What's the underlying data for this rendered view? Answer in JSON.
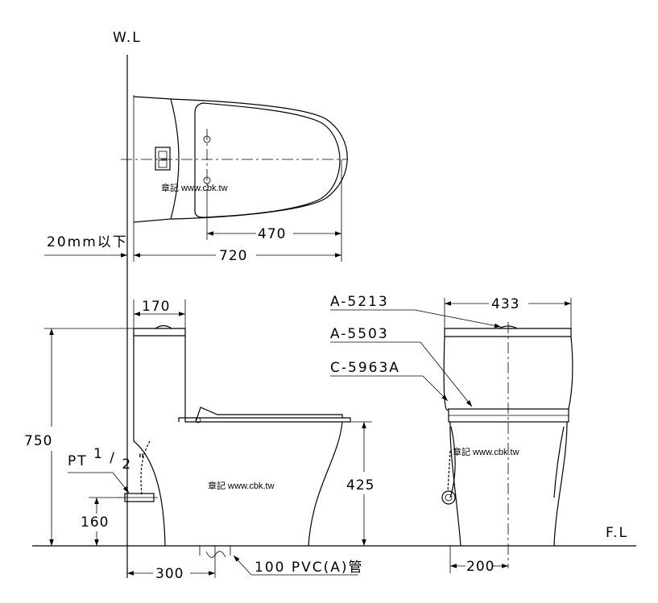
{
  "labels": {
    "wall_line": "W.L",
    "floor_line": "F.L",
    "max_gap": "20mm以下",
    "pipe_thread_prefix": "PT",
    "pipe_thread_num": "1",
    "pipe_thread_slash": "/",
    "pipe_thread_den": "2",
    "pipe_thread_inch": "\"",
    "drain_pipe": "100 PVC(A)管",
    "part_seat_component": "A-5213",
    "part_seat": "A-5503",
    "part_toilet": "C-5963A",
    "watermark": "章記 www.cbk.tw"
  },
  "dimensions": {
    "seat_length": "470",
    "total_length": "720",
    "tank_depth": "170",
    "total_width": "433",
    "total_height": "750",
    "seat_height": "425",
    "supply_height": "160",
    "rough_in": "300",
    "drain_offset": "200"
  }
}
